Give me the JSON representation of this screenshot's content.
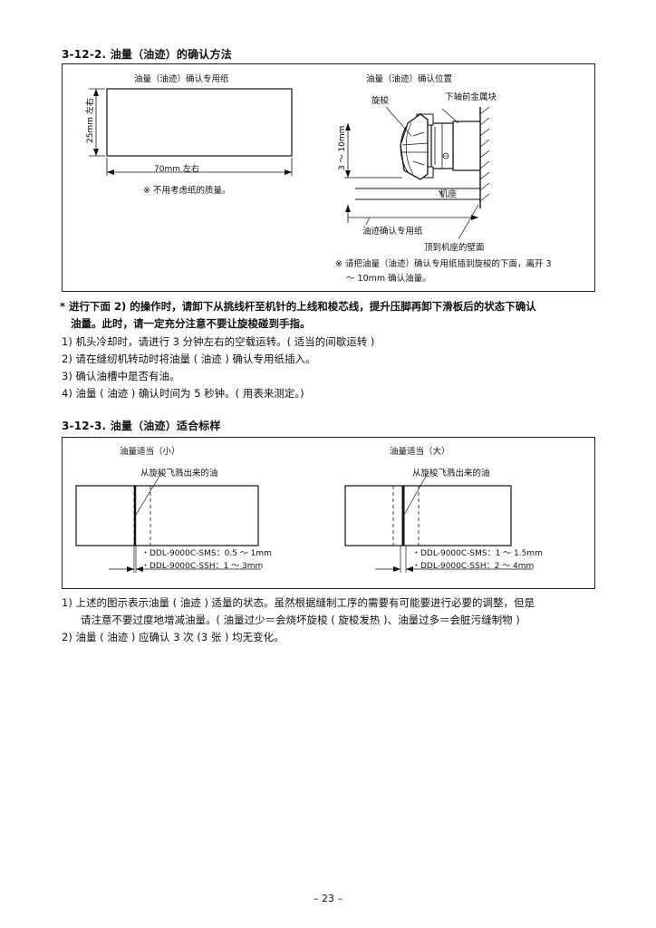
{
  "section1": {
    "heading": "3-12-2. 油量（油迹）的确认方法",
    "paper_title": "油量（油迹）确认专用纸",
    "height_label": "25mm 左右",
    "width_label": "70mm 左右",
    "paper_note": "※ 不用考虑纸的质量。",
    "position_title": "油量（油迹）确认位置",
    "hook_label": "旋梭",
    "shaft_label": "下轴前金属块",
    "gap_label": "3 ～ 10mm",
    "bed_label": "机座",
    "paper_label": "油迹确认专用纸",
    "wall_label": "顶到机座的壁面",
    "position_note_1": "※ 请把油量（油迹）确认专用纸插到旋梭的下面，离开 3",
    "position_note_2": "～ 10mm 确认油量。"
  },
  "caution": {
    "line1": "* 进行下面 2) 的操作时，请卸下从挑线杆至机针的上线和梭芯线，提升压脚再卸下滑板后的状态下确认",
    "line2": "油量。此时，请一定充分注意不要让旋梭碰到手指。"
  },
  "steps": [
    "1) 机头冷却时，请进行 3 分钟左右的空载运转。( 适当的间歇运转 )",
    "2) 请在缝纫机转动时将油量 ( 油迹 ) 确认专用纸插入。",
    "3) 确认油槽中是否有油。",
    "4) 油量 ( 油迹 ) 确认时间为 5 秒钟。( 用表来测定。)"
  ],
  "section2": {
    "heading": "3-12-3. 油量（油迹）适合标样",
    "left": {
      "title": "油量适当（小）",
      "spatter_label": "从旋梭飞溅出来的油",
      "sms": "・DDL-9000C-SMS：0.5 ～ 1mm",
      "ssh": "・DDL-9000C-SSH：1 ～ 3mm"
    },
    "right": {
      "title": "油量适当（大）",
      "spatter_label": "从旋梭飞溅出来的油",
      "sms": "・DDL-9000C-SMS：1 ～ 1.5mm",
      "ssh": "・DDL-9000C-SSH：2 ～ 4mm"
    }
  },
  "notes": {
    "n1_line1": "1) 上述的图示表示油量 ( 油迹 ) 适量的状态。虽然根据缝制工序的需要有可能要进行必要的调整，但是",
    "n1_line2": "请注意不要过度地增减油量。( 油量过少＝会烧坏旋梭 ( 旋梭发热 )、油量过多＝会脏污缝制物 )",
    "n2": "2) 油量 ( 油迹 ) 应确认 3 次 (3 张 ) 均无变化。"
  },
  "page_number": "– 23 –"
}
